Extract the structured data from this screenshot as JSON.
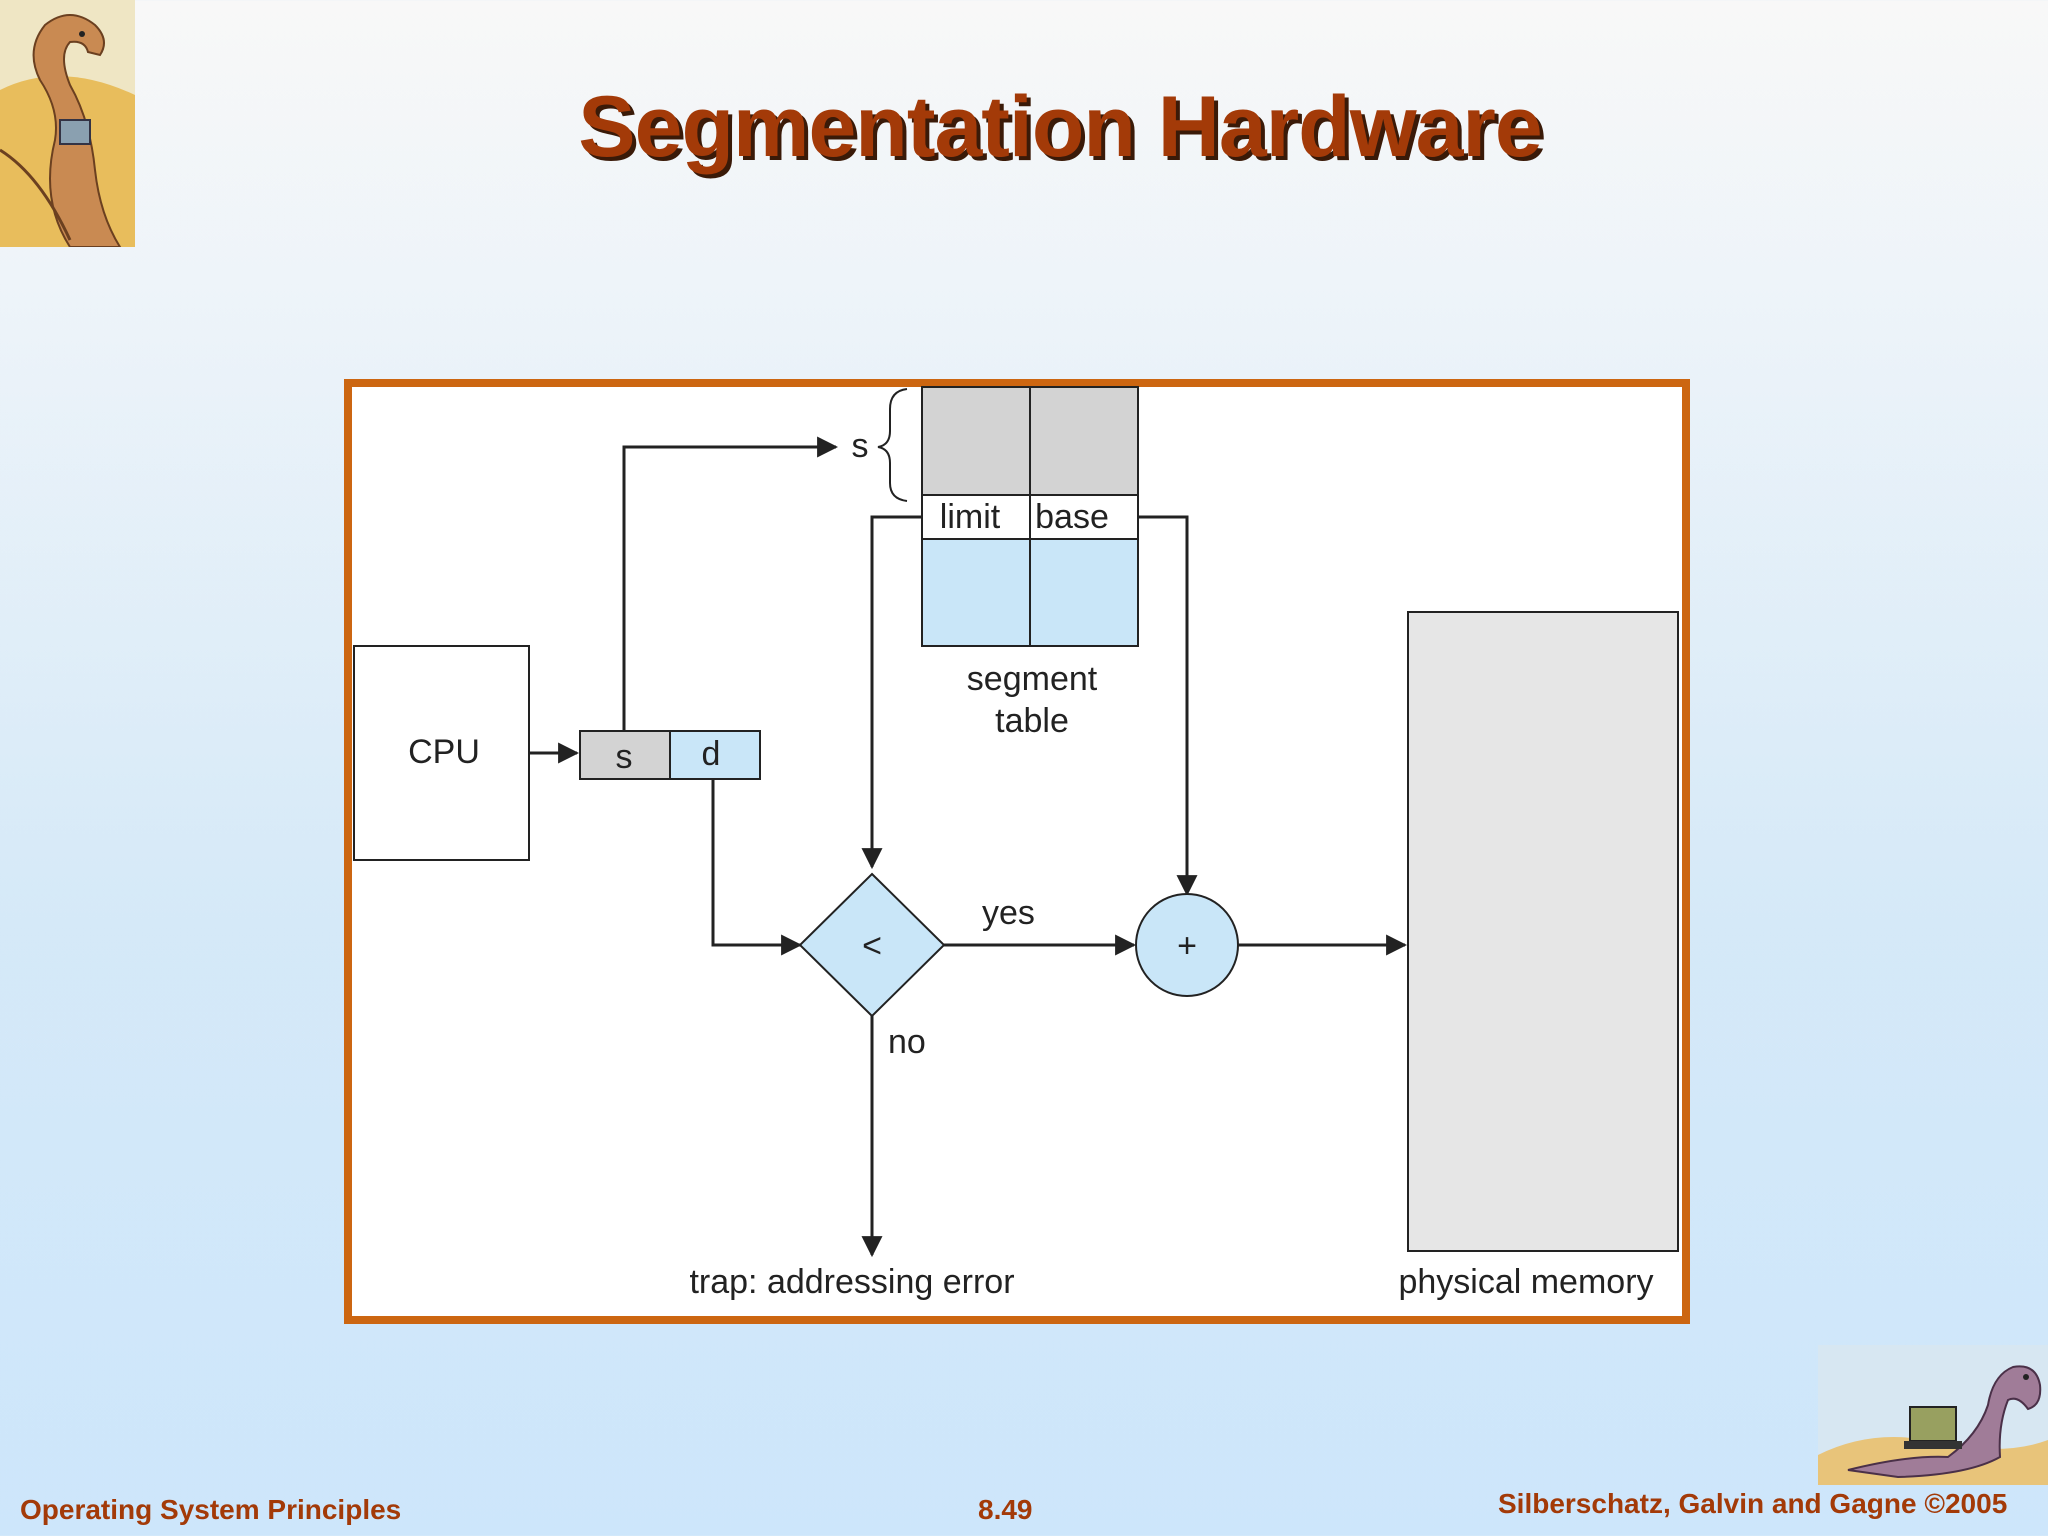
{
  "slide": {
    "title": "Segmentation Hardware",
    "footer_left": "Operating System Principles",
    "footer_center": "8.49",
    "footer_right": "Silberschatz, Galvin and Gagne ©2005"
  },
  "diagram": {
    "cpu_label": "CPU",
    "address_s": "s",
    "address_d": "d",
    "selector_label": "s",
    "limit_label": "limit",
    "base_label": "base",
    "segment_table_line1": "segment",
    "segment_table_line2": "table",
    "compare_symbol": "<",
    "yes_label": "yes",
    "no_label": "no",
    "adder_symbol": "+",
    "trap_label": "trap: addressing error",
    "memory_label": "physical memory"
  },
  "colors": {
    "title": "#a33a08",
    "frame": "#cc6611",
    "light_blue": "#c9e6f8",
    "gray": "#d3d3d3",
    "memory": "#e6e6e6"
  }
}
